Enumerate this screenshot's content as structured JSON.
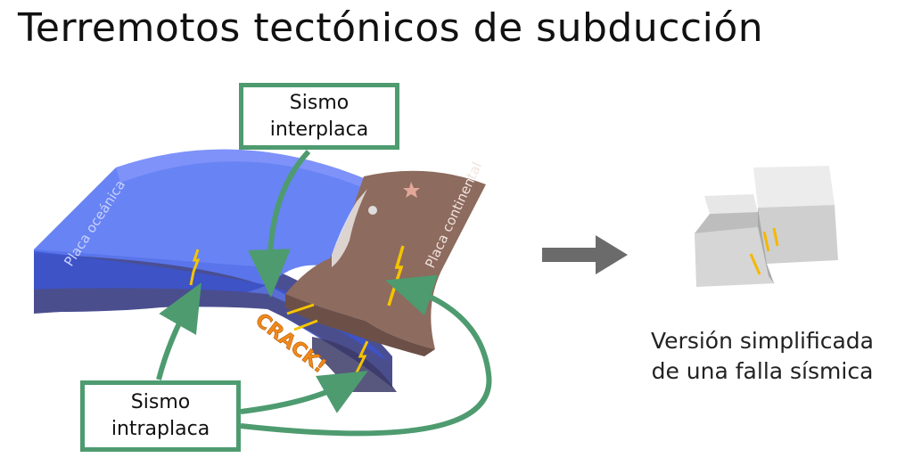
{
  "title": "Terremotos tectónicos de subducción",
  "labels": {
    "oceanic_plate": "Placa oceánica",
    "continental_plate": "Placa continental",
    "crack": "CRACK!"
  },
  "callouts": {
    "interplate": {
      "line1": "Sismo",
      "line2": "interplaca"
    },
    "intraplate": {
      "line1": "Sismo",
      "line2": "intraplaca"
    }
  },
  "caption": {
    "line1": "Versión simplificada",
    "line2": "de una falla sísmica"
  },
  "colors": {
    "ocean_top": "#5b78f2",
    "ocean_side": "#5a5fa8",
    "continent": "#8d6b5e",
    "continent_dark": "#6c5048",
    "callout_border": "#4e9b70",
    "arrow": "#6b6b6b",
    "crack_text": "#f08a1c",
    "fault_mark": "#f5c400"
  },
  "icons": {
    "transition": "right-arrow-icon",
    "star": "star-icon"
  }
}
